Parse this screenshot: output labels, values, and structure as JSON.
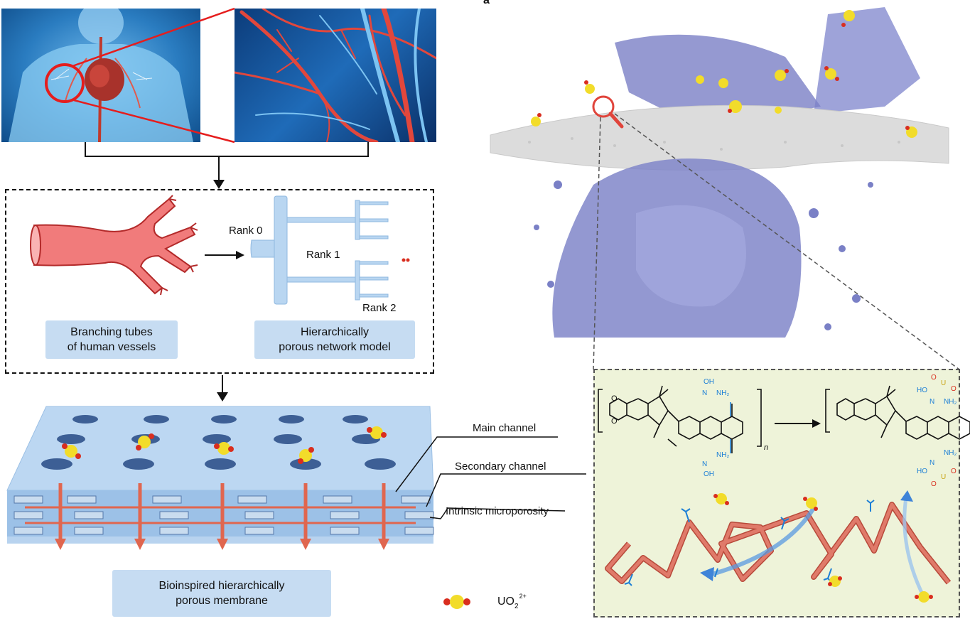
{
  "panel_letter": "a",
  "network_model": {
    "rank0": "Rank 0",
    "rank1": "Rank 1",
    "rank2": "Rank 2"
  },
  "captions": {
    "vessels_line1": "Branching tubes",
    "vessels_line2": "of human vessels",
    "model_line1": "Hierarchically",
    "model_line2": "porous network model",
    "membrane_line1": "Bioinspired hierarchically",
    "membrane_line2": "porous membrane"
  },
  "membrane_labels": {
    "main": "Main channel",
    "secondary": "Secondary channel",
    "intrinsic": "Intrinsic microporosity"
  },
  "legend": {
    "ion_base": "UO",
    "ion_sub": "2",
    "ion_sup": "2+"
  },
  "chemistry": {
    "oh": "OH",
    "nh2": "NH₂",
    "n": "N",
    "ho": "HO",
    "u": "U",
    "o": "O",
    "repeat": "n"
  },
  "colors": {
    "vessel_red": "#e84b4b",
    "tube_blue": "#b9d6f1",
    "membrane_blue": "#b7d3f0",
    "caption_blue": "#c6dcf2",
    "water_purple": "#7f86c9",
    "inset_bg": "#eef3d9",
    "polymer": "#e07a6a",
    "uranyl_yellow": "#f2dc2a",
    "oxygen_red": "#d92e1f",
    "amidoxime_blue": "#1c7fd6"
  }
}
